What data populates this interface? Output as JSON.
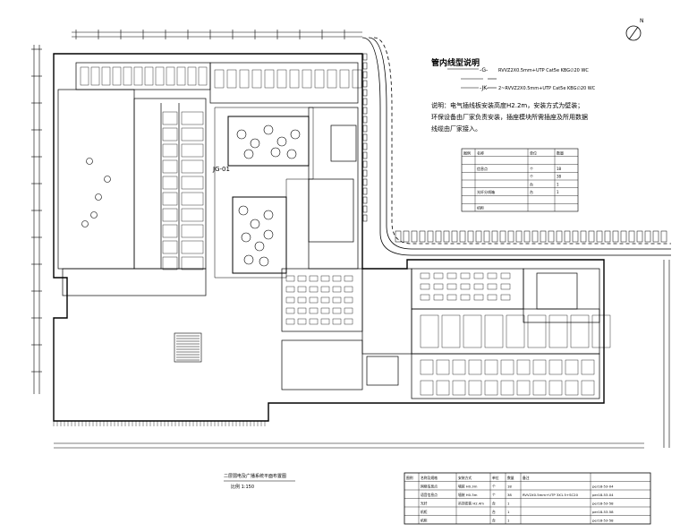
{
  "legend_title": "管内线型说明",
  "cable_lines": [
    {
      "code": "-G-",
      "spec": "RVVZ2X0.5mm+UTP Cat5e KBG∅20 WC"
    },
    {
      "code": "-JK-",
      "spec": "2~RVVZ2X0.5mm+UTP Cat5e KBG∅20 WC"
    }
  ],
  "notes": [
    "说明：电气插线板安装高度H2.2m，安装方式为壁装；",
    "环保设备由厂家负责安装，插座模块所需插座及所用数据",
    "线缆由厂家接入。"
  ],
  "well_label": "JG-01",
  "north_symbol": "N",
  "drawing_title": "二层弱电及广播系统平面布置图",
  "drawing_scale": "比例 1:150",
  "equipment_table": {
    "headers": [
      "图例",
      "名称及规格",
      "安装方式",
      "单位",
      "数量",
      "备注"
    ],
    "rows": [
      [
        "",
        "网络信息点",
        "墙装 H0.3m",
        "个",
        "18",
        "",
        "per18-53-04"
      ],
      [
        "",
        "语音信息点",
        "墙装 H0.3m",
        "个",
        "38",
        "RVV2X0.5mm+UTP 3X1.5+SC20",
        "per18-53-04"
      ],
      [
        "",
        "光纤",
        "吊顶安装 H2.4m",
        "台",
        "1",
        "",
        "per18-53-58"
      ],
      [
        "",
        "机柜",
        "",
        "台",
        "1",
        "",
        "per18-53-58"
      ],
      [
        "",
        "机柜",
        "",
        "台",
        "1",
        "",
        "per18-53-58"
      ]
    ]
  },
  "mini_legend": {
    "headers": [
      "图例",
      "名称",
      "单位",
      "数量"
    ],
    "rows": [
      [
        "",
        "",
        "",
        ""
      ],
      [
        "",
        "信息点",
        "个",
        "18"
      ],
      [
        "",
        "",
        "个",
        "38"
      ],
      [
        "",
        "",
        "台",
        "1"
      ],
      [
        "",
        "光纤分线箱",
        "台",
        "1"
      ],
      [
        "",
        "",
        "",
        ""
      ],
      [
        "",
        "机柜",
        "",
        ""
      ]
    ]
  }
}
